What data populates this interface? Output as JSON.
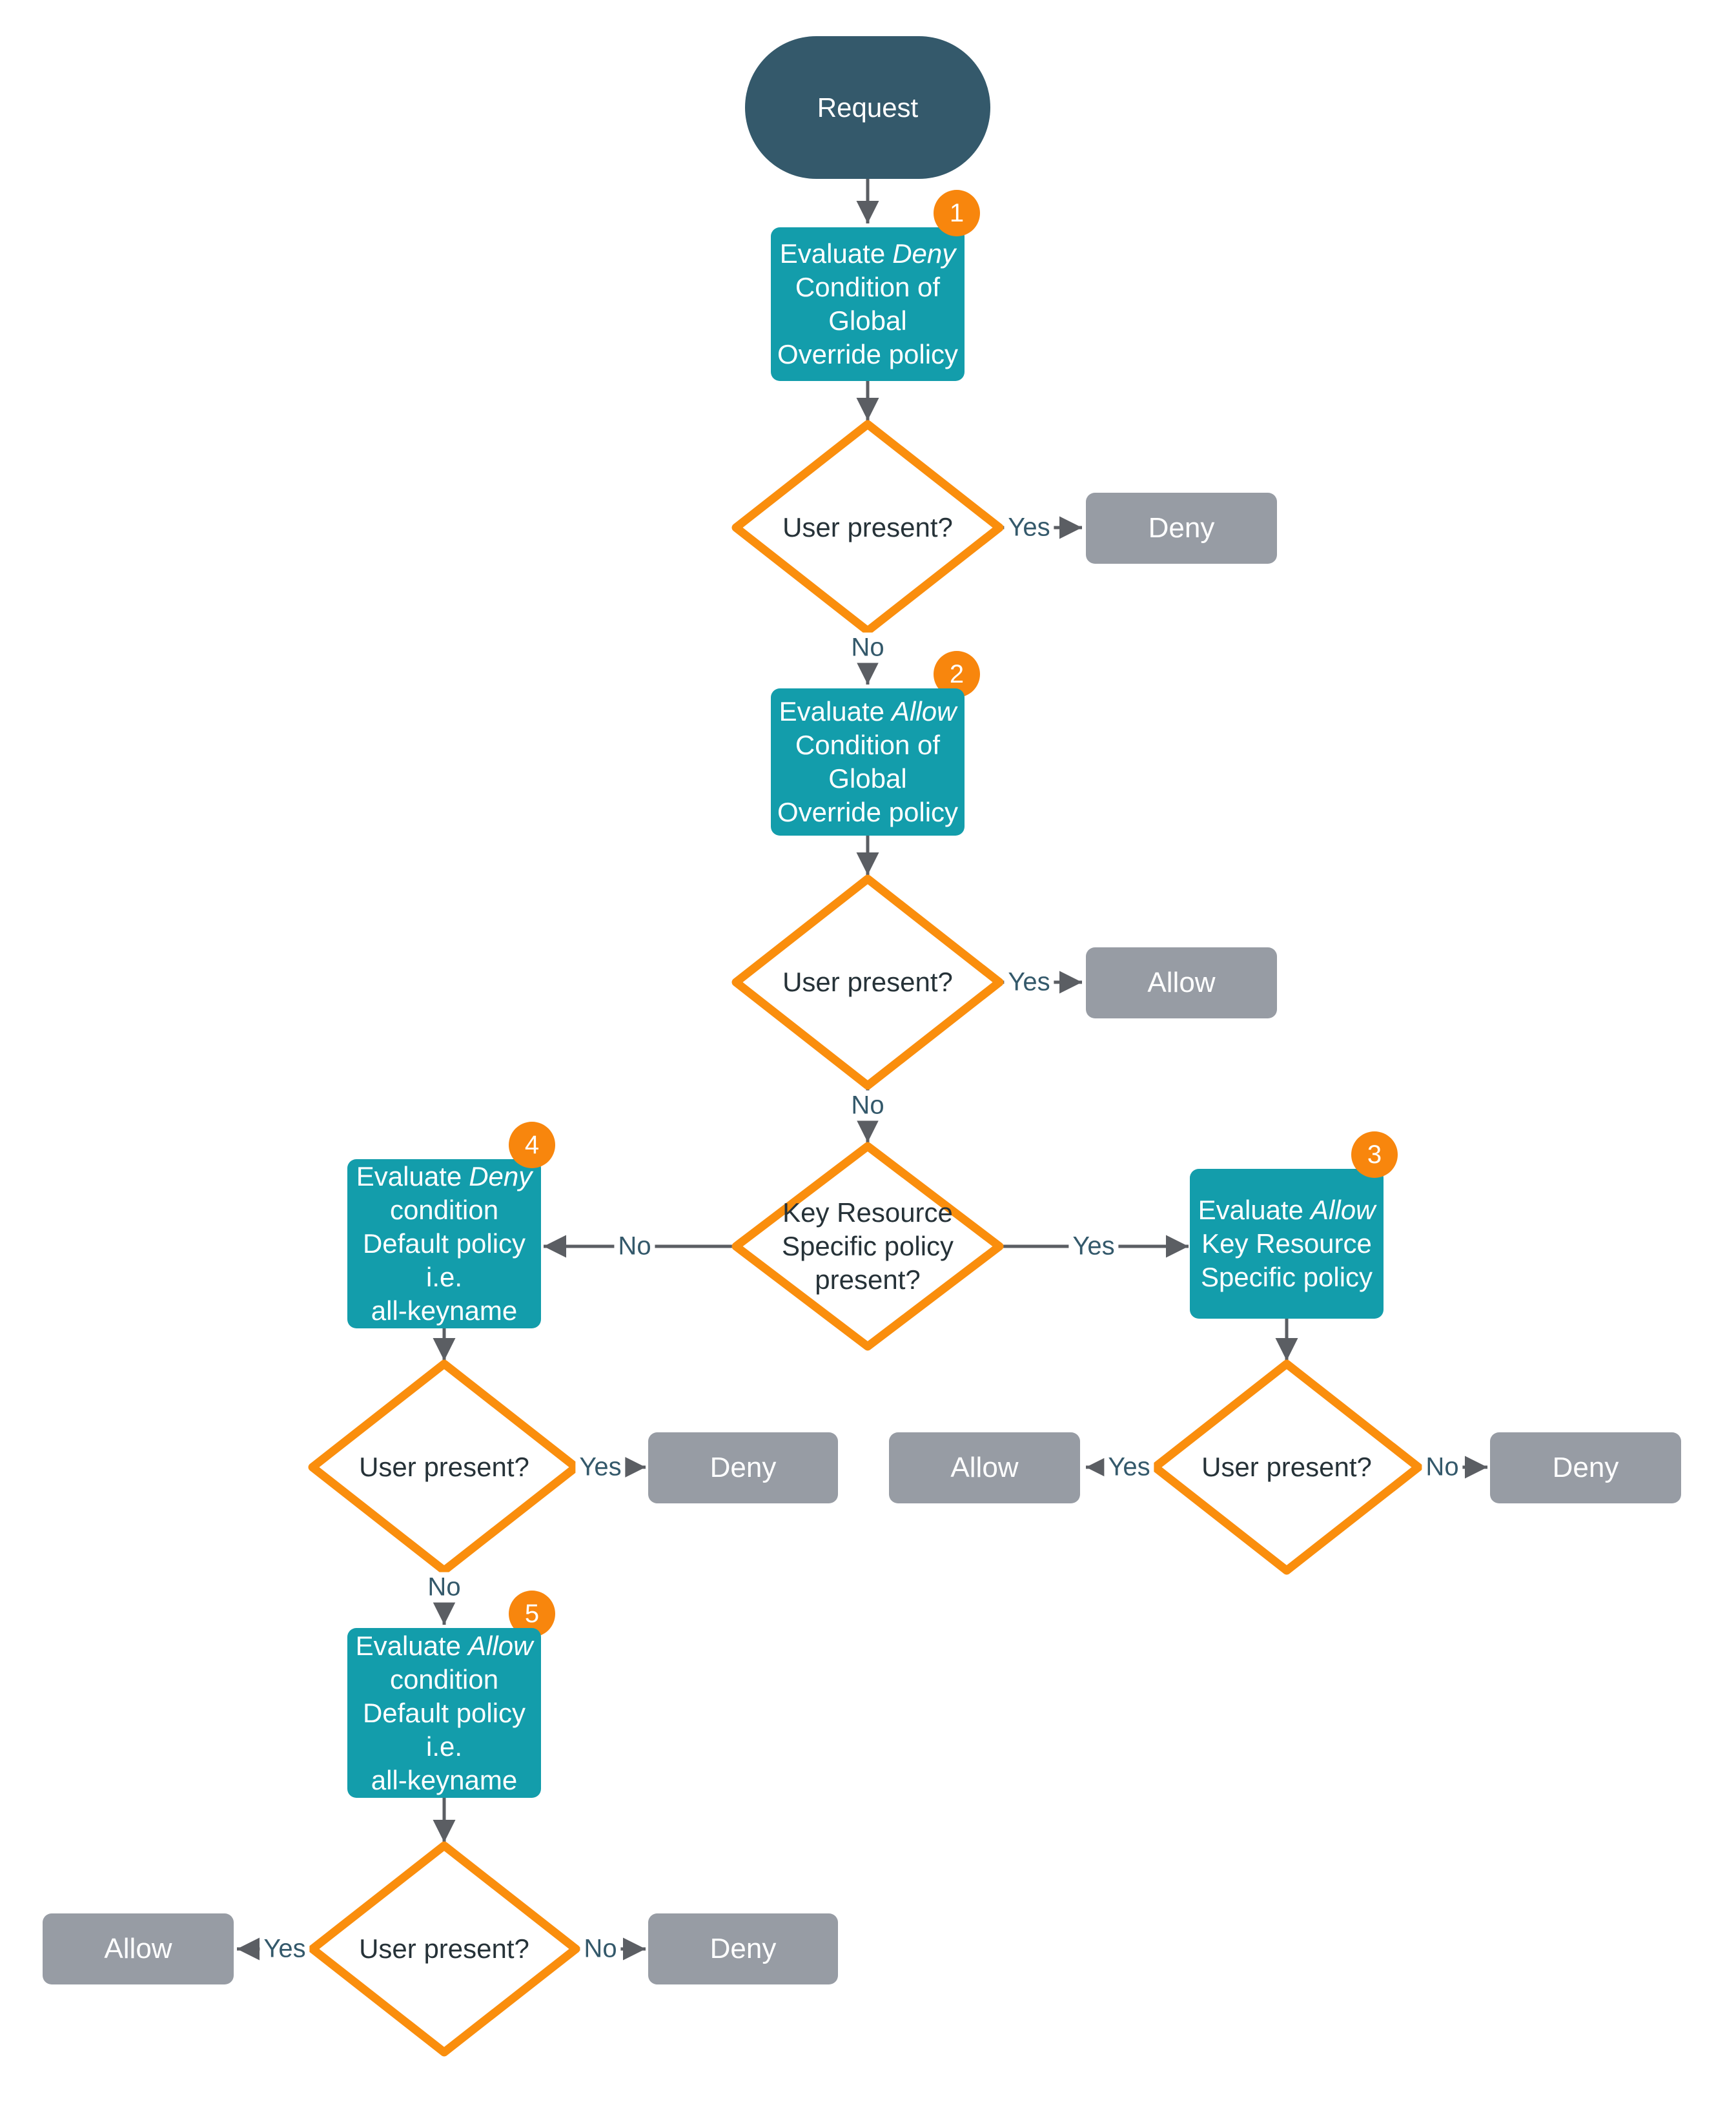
{
  "flowchart": {
    "colors": {
      "process_fill": "#139DAB",
      "start_fill": "#34596B",
      "terminal_fill": "#979CA4",
      "badge_fill": "#F8860D",
      "decision_border": "#FA8E0D",
      "connector": "#5B5E63",
      "edge_label_text": "#34596B",
      "decision_text": "#263238"
    },
    "start": {
      "label": "Request"
    },
    "steps": [
      {
        "badge": "1",
        "evaluate": "Evaluate",
        "condition": "Deny",
        "lines": [
          "Condition of",
          "Global",
          "Override policy"
        ]
      },
      {
        "badge": "2",
        "evaluate": "Evaluate",
        "condition": "Allow",
        "lines": [
          "Condition of",
          "Global",
          "Override policy"
        ]
      },
      {
        "badge": "3",
        "evaluate": "Evaluate",
        "condition": "Allow",
        "lines": [
          "Key Resource",
          "Specific policy"
        ]
      },
      {
        "badge": "4",
        "evaluate": "Evaluate",
        "condition": "Deny",
        "lines": [
          "condition",
          "Default policy",
          "i.e.",
          "all-keyname"
        ]
      },
      {
        "badge": "5",
        "evaluate": "Evaluate",
        "condition": "Allow",
        "lines": [
          "condition",
          "Default policy",
          "i.e.",
          "all-keyname"
        ]
      }
    ],
    "decisions": {
      "user_present": "User present?",
      "key_resource_lines": [
        "Key Resource",
        "Specific policy",
        "present?"
      ]
    },
    "edge_labels": {
      "yes": "Yes",
      "no": "No"
    },
    "terminals": {
      "allow": "Allow",
      "deny": "Deny"
    }
  }
}
